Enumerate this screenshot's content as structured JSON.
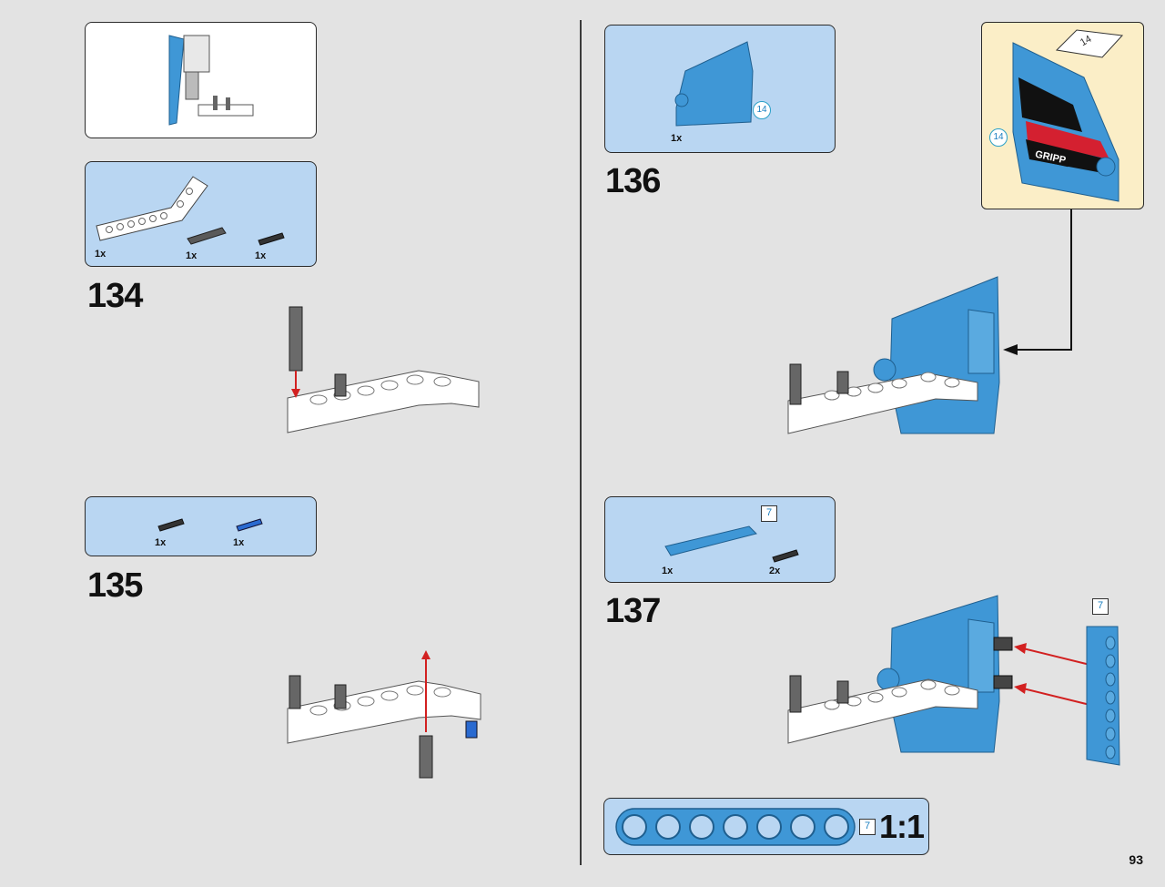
{
  "page_number": "93",
  "steps": {
    "s134": {
      "number": "134",
      "parts": [
        {
          "qty": "1x",
          "icon": "bent-liftarm-white"
        },
        {
          "qty": "1x",
          "icon": "axle-pin-dark-gray"
        },
        {
          "qty": "1x",
          "icon": "friction-pin-black"
        }
      ]
    },
    "s135": {
      "number": "135",
      "parts": [
        {
          "qty": "1x",
          "icon": "friction-pin-black"
        },
        {
          "qty": "1x",
          "icon": "axle-pin-blue"
        }
      ]
    },
    "s136": {
      "number": "136",
      "parts": [
        {
          "qty": "1x",
          "icon": "blue-fairing-panel",
          "callout": "14"
        }
      ],
      "sticker_callout": "14",
      "sticker_sheet_label": "14",
      "sticker_brand": "GRIPP"
    },
    "s137": {
      "number": "137",
      "parts": [
        {
          "qty": "1x",
          "icon": "blue-beam-7",
          "length": "7"
        },
        {
          "qty": "2x",
          "icon": "friction-pin-black"
        }
      ],
      "beam_length_callout": "7"
    }
  },
  "scale_ruler": {
    "length": "7",
    "label": "1:1",
    "holes": 7
  },
  "colors": {
    "blue_part": "#3f97d6",
    "callout_bg_blue": "#b9d6f2",
    "sticker_bg": "#fbeec7",
    "arrow_red": "#d22020"
  }
}
